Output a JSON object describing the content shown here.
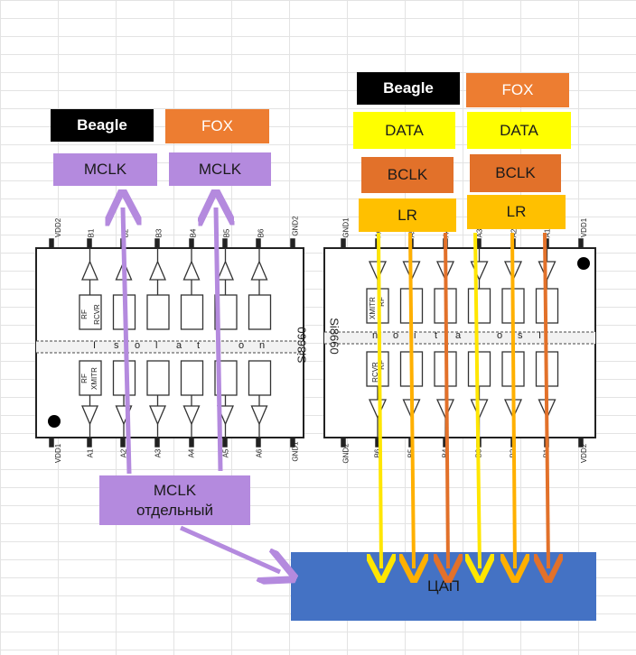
{
  "left_labels": {
    "beagle": "Beagle",
    "fox": "FOX",
    "mclk_beagle": "MCLK",
    "mclk_fox": "MCLK"
  },
  "right_labels": {
    "beagle": "Beagle",
    "fox": "FOX",
    "data_beagle": "DATA",
    "data_fox": "DATA",
    "bclk_beagle": "BCLK",
    "bclk_fox": "BCLK",
    "lr_beagle": "LR",
    "lr_fox": "LR"
  },
  "note": {
    "line1": "MCLK",
    "line2": "отдельный"
  },
  "dac_label": "ЦАП",
  "chip_left": {
    "part": "Si8660",
    "top_pins": [
      "VDD2",
      "B1",
      "B2",
      "B3",
      "B4",
      "B5",
      "B6",
      "GND2"
    ],
    "bottom_pins": [
      "VDD1",
      "A1",
      "A2",
      "A3",
      "A4",
      "A5",
      "A6",
      "GND1"
    ],
    "isolation": [
      "I",
      "s",
      "o",
      "l",
      "a",
      "t",
      "i",
      "o",
      "n"
    ],
    "upper_block": [
      "RF",
      "RCVR"
    ],
    "lower_block": [
      "RF",
      "XMITR"
    ]
  },
  "chip_right": {
    "part": "Si8660",
    "top_pins": [
      "GND1",
      "A6",
      "A5",
      "A4",
      "A3",
      "A2",
      "A1",
      "VDD1"
    ],
    "bottom_pins": [
      "GND2",
      "B6",
      "B5",
      "B4",
      "B3",
      "B2",
      "B1",
      "VDD2"
    ],
    "isolation": [
      "n",
      "o",
      "i",
      "t",
      "a",
      "l",
      "o",
      "s",
      "I"
    ],
    "upper_block": [
      "RF",
      "XMITR"
    ],
    "lower_block": [
      "RF",
      "RCVR"
    ]
  },
  "colors": {
    "black": "#000000",
    "orange": "#ed7d31",
    "purple": "#b48ade",
    "yellow": "#ffff00",
    "dark_orange": "#e2712a",
    "amber": "#ffc000",
    "blue": "#4472c4"
  }
}
